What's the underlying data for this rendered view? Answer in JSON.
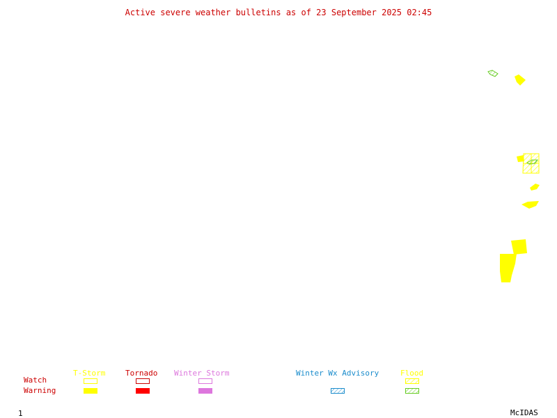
{
  "title": "Active severe weather bulletins as of 23 September 2025 02:45",
  "colors": {
    "title": "#cc0000",
    "tstorm": "#ffff00",
    "tornado": "#ff0000",
    "winter_storm": "#dd77dd",
    "winter_advisory": "#1a8ccc",
    "flood": "#66cc22",
    "label": "#cc0000"
  },
  "legend": {
    "rows": {
      "watch": "Watch",
      "warning": "Warning"
    },
    "columns": {
      "tstorm": "T-Storm",
      "tornado": "Tornado",
      "winter_storm": "Winter Storm",
      "winter_advisory": "Winter Wx Advisory",
      "flood": "Flood"
    }
  },
  "footer": {
    "frame_number": "1",
    "credit": "McIDAS"
  },
  "map": {
    "features": [
      {
        "type": "tstorm-warning"
      },
      {
        "type": "tstorm-warning"
      },
      {
        "type": "tstorm-watch"
      },
      {
        "type": "flood-advisory"
      },
      {
        "type": "flood-advisory"
      },
      {
        "type": "tstorm-warning"
      },
      {
        "type": "tstorm-warning"
      },
      {
        "type": "tstorm-warning"
      },
      {
        "type": "tstorm-warning"
      }
    ]
  }
}
